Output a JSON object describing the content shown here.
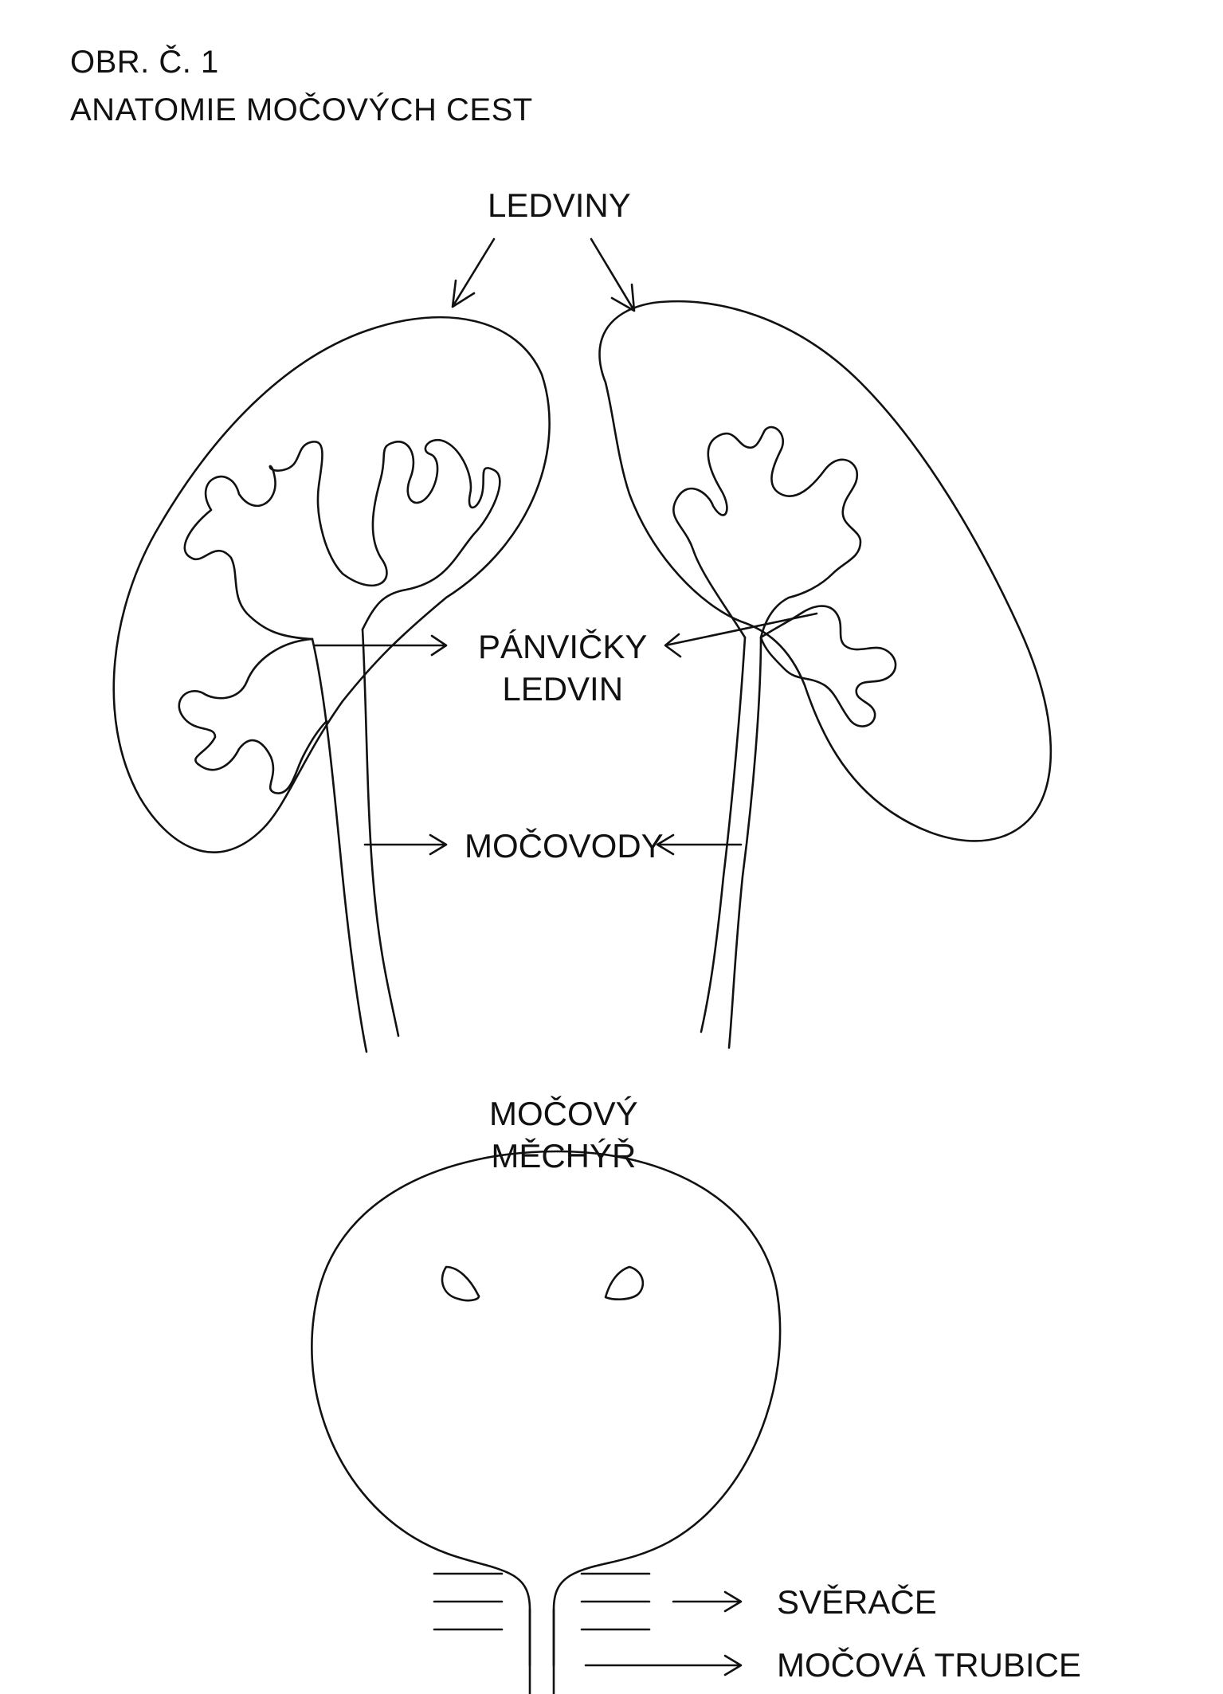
{
  "caption": {
    "figure_number": "OBR. Č. 1",
    "title": "ANATOMIE MOČOVÝCH CEST"
  },
  "labels": {
    "kidneys": "LEDVINY",
    "renal_pelvis_line1": "PÁNVIČKY",
    "renal_pelvis_line2": "LEDVIN",
    "ureters": "MOČOVODY",
    "bladder_line1": "MOČOVÝ",
    "bladder_line2": "MĚCHÝŘ",
    "sphincters": "SVĚRAČE",
    "urethra": "MOČOVÁ TRUBICE"
  }
}
